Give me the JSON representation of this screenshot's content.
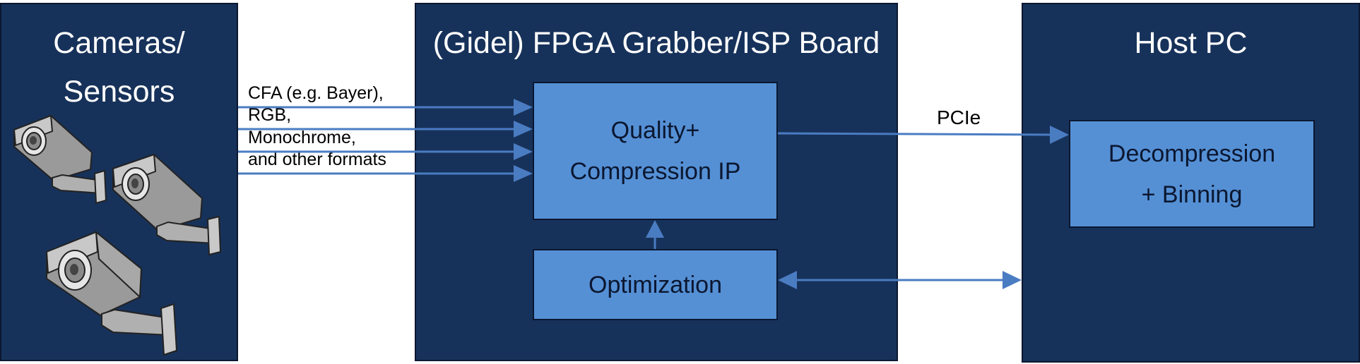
{
  "panels": {
    "cameras": {
      "title_line1": "Cameras/",
      "title_line2": "Sensors"
    },
    "fpga": {
      "title": "(Gidel) FPGA Grabber/ISP Board",
      "quality_box": {
        "line1": "Quality+",
        "line2": "Compression IP"
      },
      "optimization_box": {
        "label": "Optimization"
      }
    },
    "host": {
      "title": "Host PC",
      "decompression_box": {
        "line1": "Decompression",
        "line2": "+ Binning"
      }
    }
  },
  "connections": {
    "input_formats": [
      "CFA (e.g. Bayer),",
      "RGB,",
      "Monochrome,",
      "and other formats"
    ],
    "pcie_label": "PCIe"
  },
  "colors": {
    "panel_fill": "#17325a",
    "box_fill": "#5590d5",
    "arrow": "#4a7cc2",
    "outline": "#0b1730",
    "title_text": "#ffffff"
  },
  "icons": {
    "cameras": [
      "security-camera-icon",
      "security-camera-icon",
      "security-camera-icon"
    ]
  }
}
